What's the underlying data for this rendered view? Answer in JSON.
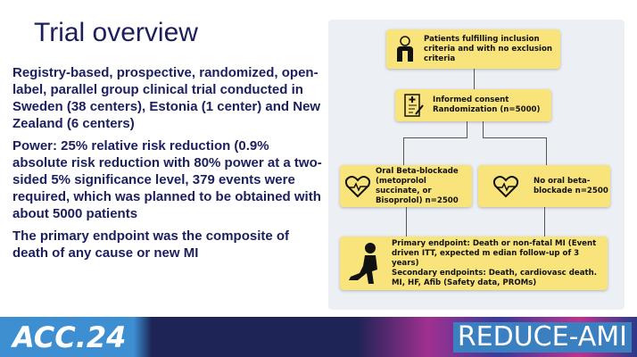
{
  "title": "Trial overview",
  "paragraphs": [
    "Registry-based, prospective, randomized, open-label, parallel group clinical trial conducted in Sweden (38 centers), Estonia (1 center) and New Zealand (6 centers)",
    "Power: 25% relative risk reduction (0.9% absolute risk reduction with 80% power at a two-sided 5% significance level, 379 events were required, which was planned to be obtained with about 5000 patients",
    "The primary endpoint was the composite of death of any cause or new MI"
  ],
  "flow": {
    "patients": "Patients fulfilling inclusion criteria and with no exclusion criteria",
    "consent": "Informed consent",
    "randomization": "Randomization (n=5000)",
    "arm1": "Oral Beta-blockade (metoprolol succinate, or Bisoprolol) n=2500",
    "arm2": "No oral beta-blockade n=2500",
    "primary": "Primary endpoint: Death or non-fatal MI (Event driven ITT, expected m edian follow-up of 3 years)",
    "secondary": "Secondary endpoints: Death, cardiovasc death. MI, HF, Afib (Safety data, PROMs)"
  },
  "footer": {
    "conference": "ACC.24",
    "trial": "REDUCE-AMI"
  }
}
